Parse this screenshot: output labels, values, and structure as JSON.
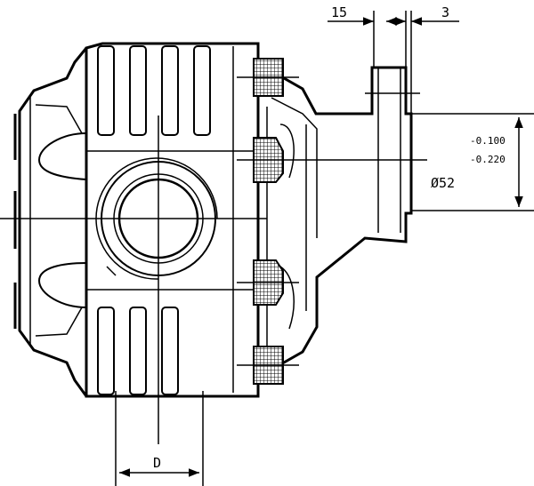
{
  "dimensions": {
    "left_width": "15",
    "right_width": "3",
    "diameter": "Ø52",
    "tolerance_upper": "-0.100",
    "tolerance_lower": "-0.220",
    "bore_label": "D"
  },
  "colors": {
    "line": "#000000",
    "background": "#ffffff"
  }
}
